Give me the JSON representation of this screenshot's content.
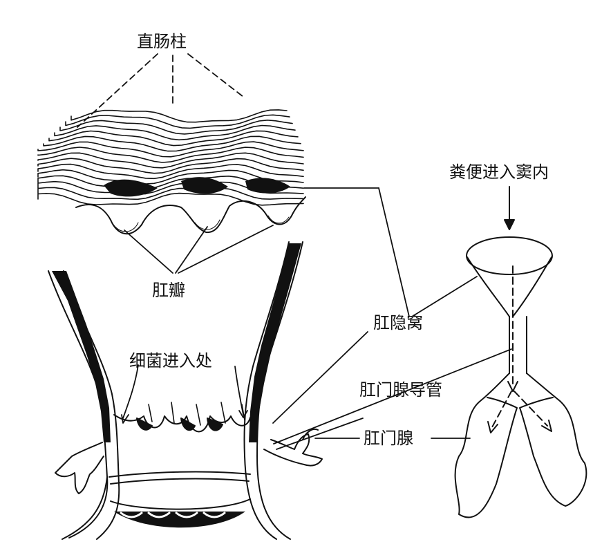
{
  "labels": {
    "rectal_columns": "直肠柱",
    "anal_valves": "肛瓣",
    "anal_crypt": "肛隐窝",
    "bacteria_entry": "细菌进入处",
    "anal_gland_duct": "肛门腺导管",
    "anal_gland": "肛门腺",
    "feces_into_crypt": "粪便进入窦内"
  },
  "colors": {
    "ink": "#111111",
    "background": "#ffffff"
  }
}
